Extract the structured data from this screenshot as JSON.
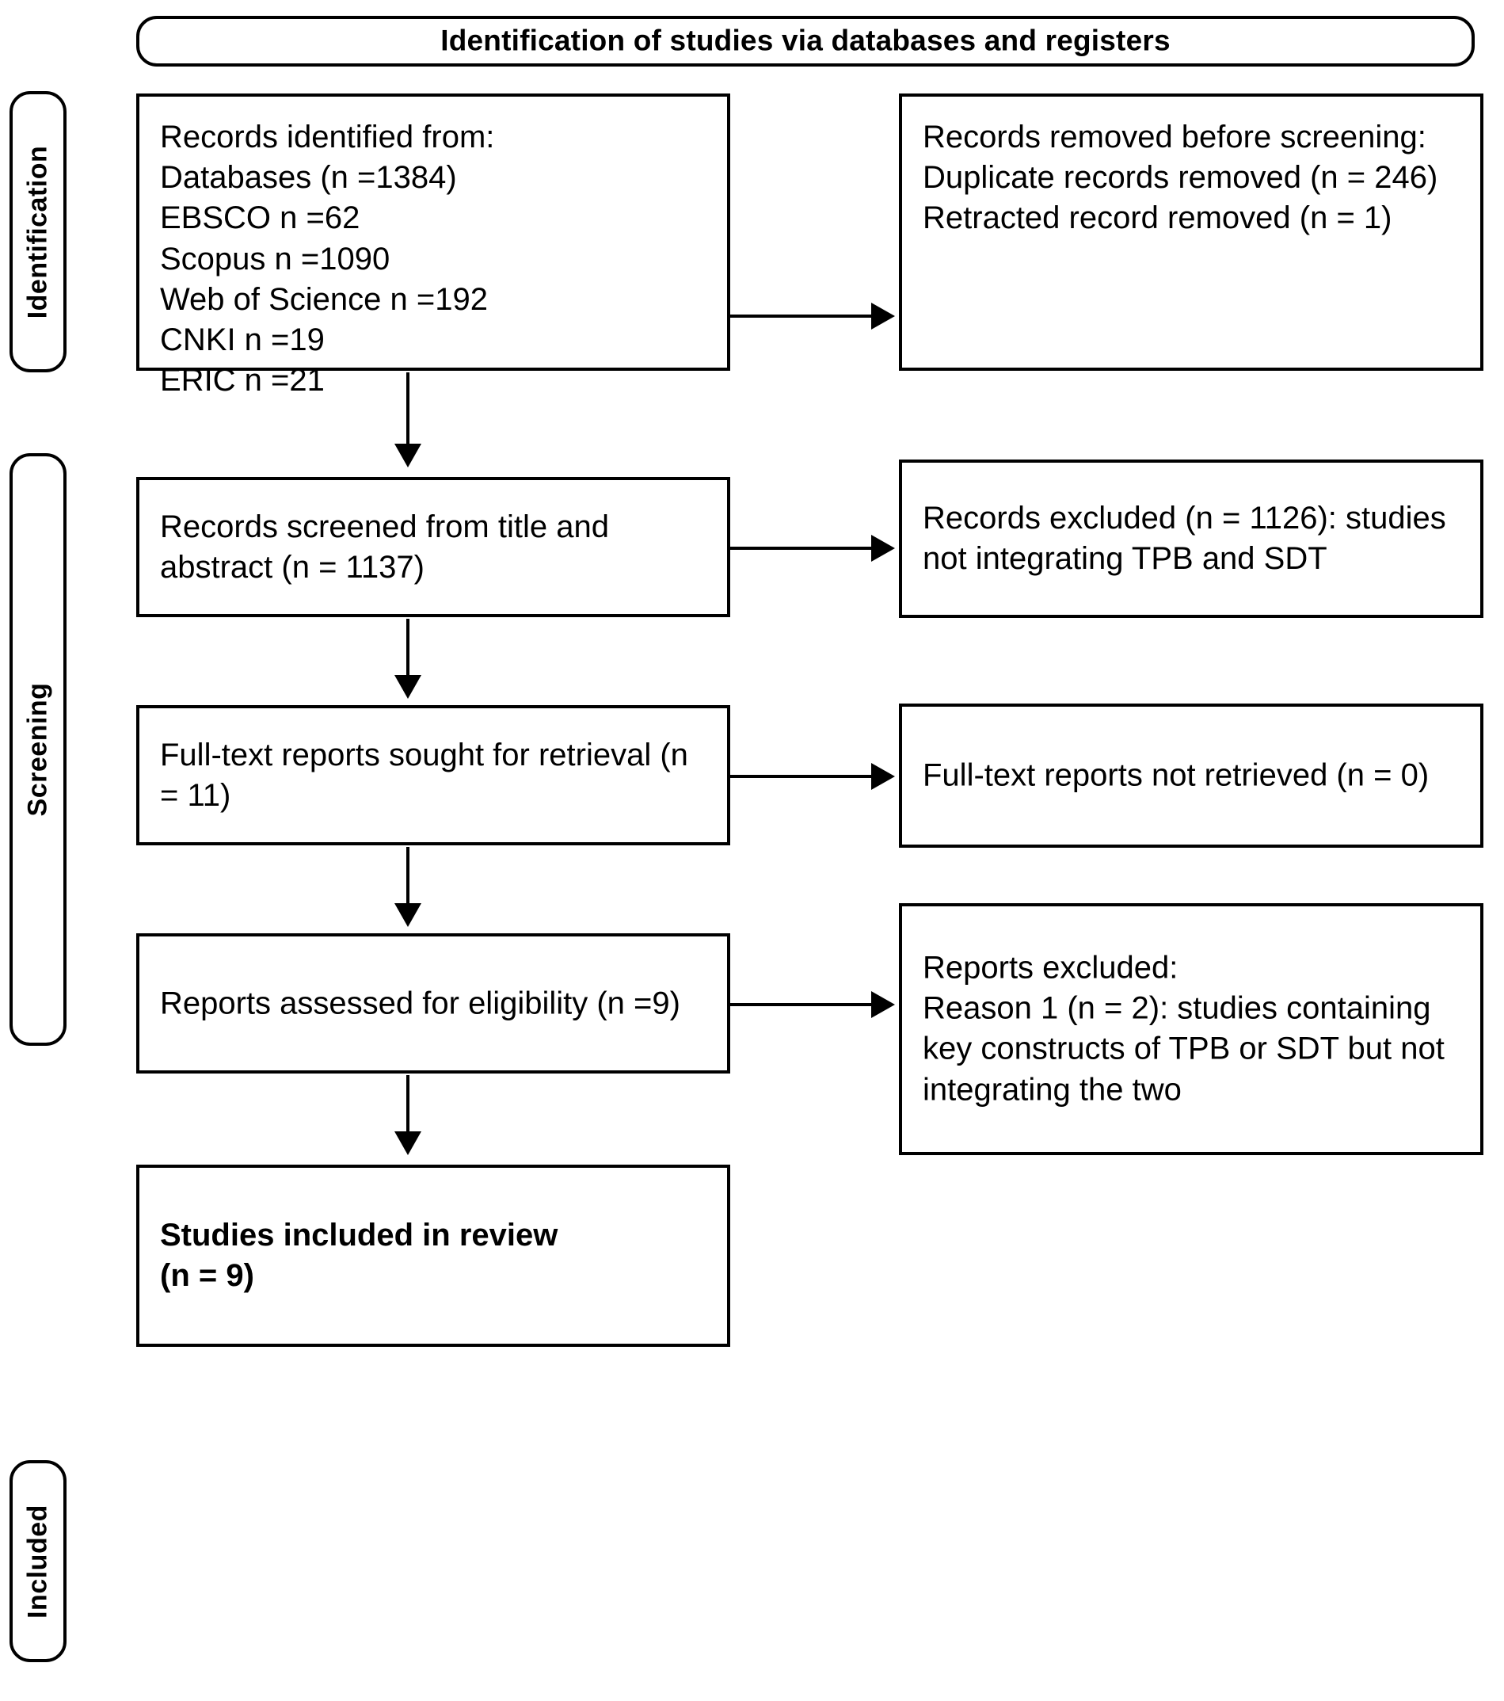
{
  "diagram": {
    "type": "prisma-flow-diagram",
    "header": {
      "title": "Identification of studies via databases and registers"
    },
    "stages": [
      {
        "id": "identification",
        "label": "Identification"
      },
      {
        "id": "screening",
        "label": "Screening"
      },
      {
        "id": "included",
        "label": "Included"
      }
    ],
    "boxes": {
      "records_identified": {
        "text": "Records identified from:\nDatabases (n =1384)\nEBSCO n =62\nScopus n =1090\nWeb of Science n =192\nCNKI n =19\nERIC n =21"
      },
      "records_removed": {
        "text": "Records removed before screening:\nDuplicate records removed (n = 246)\nRetracted record removed (n = 1)"
      },
      "records_screened": {
        "text": "Records screened from title and abstract (n = 1137)"
      },
      "records_excluded": {
        "text": "Records excluded (n = 1126): studies not integrating TPB and SDT"
      },
      "reports_sought": {
        "text": "Full-text reports sought for retrieval (n = 11)"
      },
      "reports_not_retrieved": {
        "text": "Full-text reports not retrieved (n = 0)"
      },
      "reports_assessed": {
        "text": "Reports assessed for eligibility (n =9)"
      },
      "reports_excluded": {
        "text": "Reports excluded:\nReason 1 (n = 2): studies containing key constructs of TPB or SDT but not integrating the two"
      },
      "studies_included": {
        "text": "Studies included in review\n(n = 9)"
      }
    },
    "counts": {
      "databases_total": 1384,
      "ebsco": 62,
      "scopus": 1090,
      "web_of_science": 192,
      "cnki": 19,
      "eric": 21,
      "duplicates_removed": 246,
      "retracted_removed": 1,
      "records_screened": 1137,
      "records_excluded": 1126,
      "reports_sought": 11,
      "reports_not_retrieved": 0,
      "reports_assessed": 9,
      "reports_excluded": 2,
      "studies_included": 9
    },
    "colors": {
      "stroke": "#000000",
      "fill": "#ffffff",
      "text": "#000000"
    }
  }
}
